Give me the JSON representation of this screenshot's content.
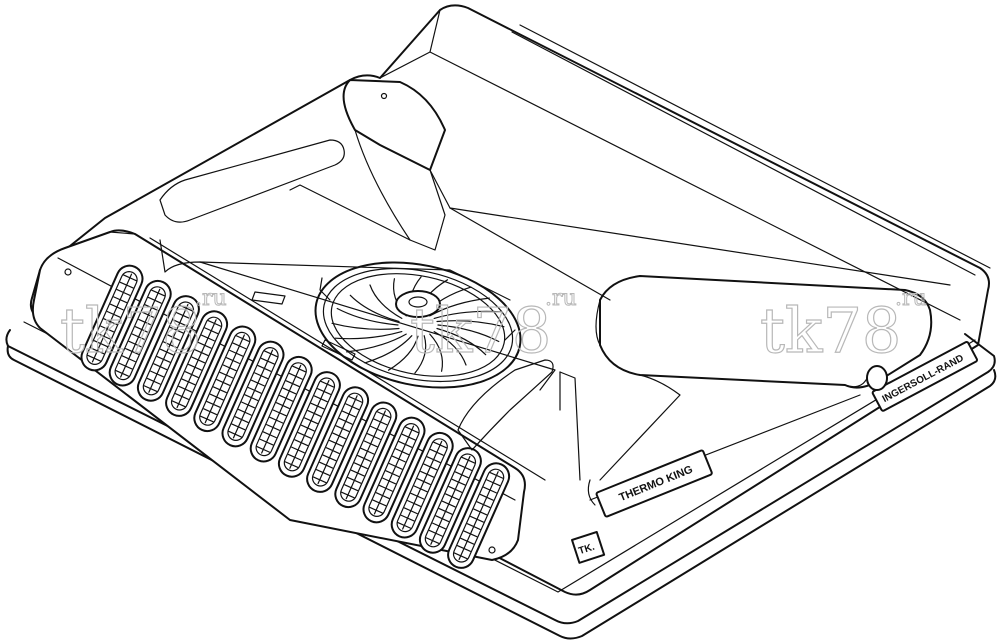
{
  "labels": {
    "thermo_king": "THERMO KING",
    "ingersoll_rand": "INGERSOLL-RAND",
    "tk_badge": "TK."
  },
  "watermark": {
    "main": "tk78",
    "suffix": ".ru"
  }
}
